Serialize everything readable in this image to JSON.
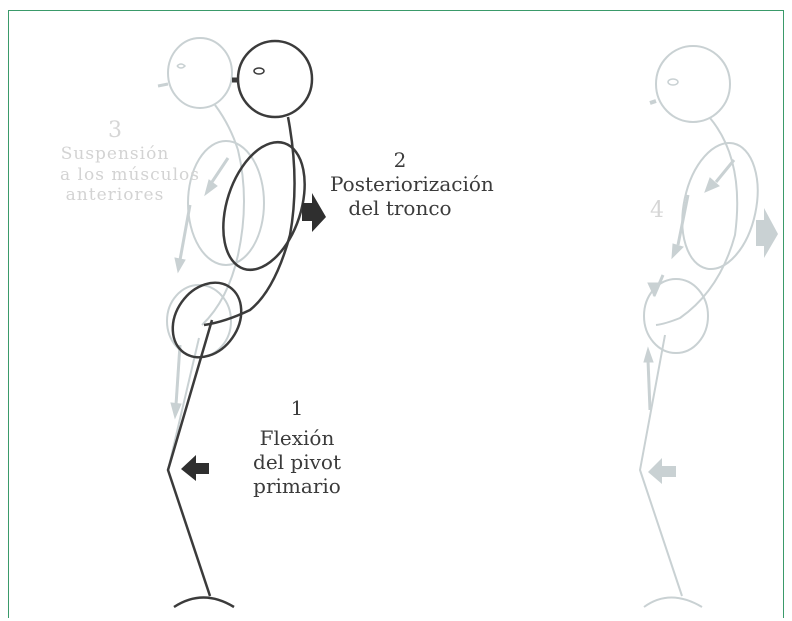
{
  "labels": {
    "step1": {
      "number": "1",
      "line1": "Flexión",
      "line2": "del pivot",
      "line3": "primario"
    },
    "step2": {
      "number": "2",
      "line1": "Posteriorización",
      "line2": "del tronco"
    },
    "step3": {
      "number": "3",
      "line1": "Suspensión",
      "line2": "a los músculos",
      "line3": "anteriores"
    },
    "step4": {
      "number": "4"
    }
  },
  "colors": {
    "frame_border": "#3a9a6a",
    "dark_figure": "#3b3b3b",
    "pale_figure": "#c8d0d2",
    "pale_text": "#d3d3d3"
  }
}
